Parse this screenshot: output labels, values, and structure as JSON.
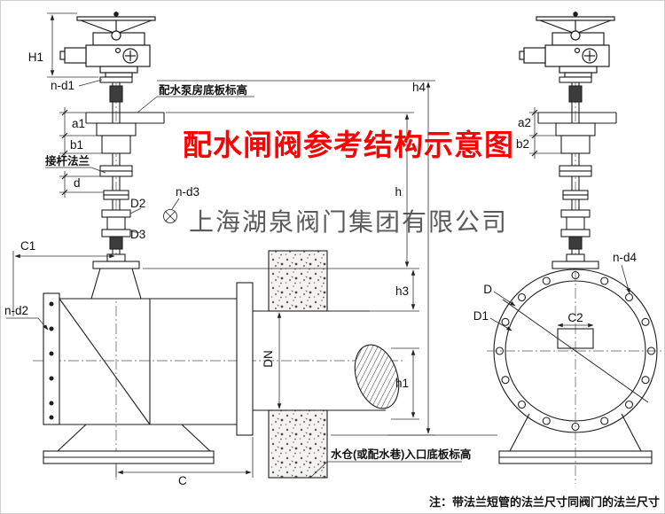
{
  "title": "配水闸阀参考结构示意图",
  "watermark": "上海湖泉阀门集团有限公司",
  "note": "注：带法兰短管的法兰尺寸同阀门的法兰尺寸",
  "callouts": {
    "pump_room_floor": "配水泵房底板标高",
    "stem_flange": "接杆法兰",
    "inlet_floor": "水仓(或配水巷)入口底板标高"
  },
  "dims": {
    "H1": "H1",
    "n_d1": "n-d1",
    "a1": "a1",
    "b1": "b1",
    "d": "d",
    "D2": "D2",
    "n_d3": "n-d3",
    "D3": "D3",
    "C1": "C1",
    "n_d2": "n-d2",
    "DN": "DN",
    "C": "C",
    "h": "h",
    "h1": "h1",
    "h3": "h3",
    "h4": "h4",
    "a2": "a2",
    "b2": "b2",
    "n_d4": "n-d4",
    "D": "D",
    "D1": "D1",
    "C2": "C2"
  },
  "colors": {
    "line": "#1e1e1e",
    "title_red": "#fe0000",
    "watermark_gray": "#3f3f3f",
    "background": "#ffffff"
  }
}
